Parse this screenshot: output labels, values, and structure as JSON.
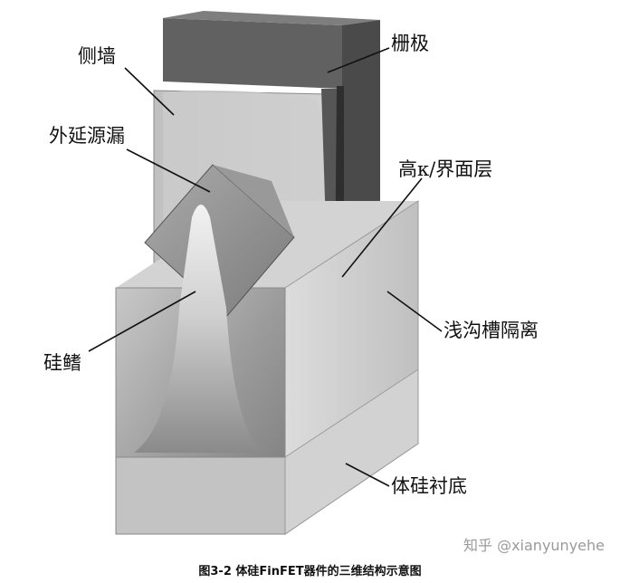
{
  "labels": {
    "sidewall": "侧墙",
    "gate": "栅极",
    "epi_source_drain": "外延源漏",
    "high_k": "高κ/界面层",
    "sti": "浅沟槽隔离",
    "fin": "硅鳍",
    "substrate": "体硅衬底"
  },
  "caption": "图3-2 体硅FinFET器件的三维结构示意图",
  "watermark": "知乎 @xianyunyehe"
}
